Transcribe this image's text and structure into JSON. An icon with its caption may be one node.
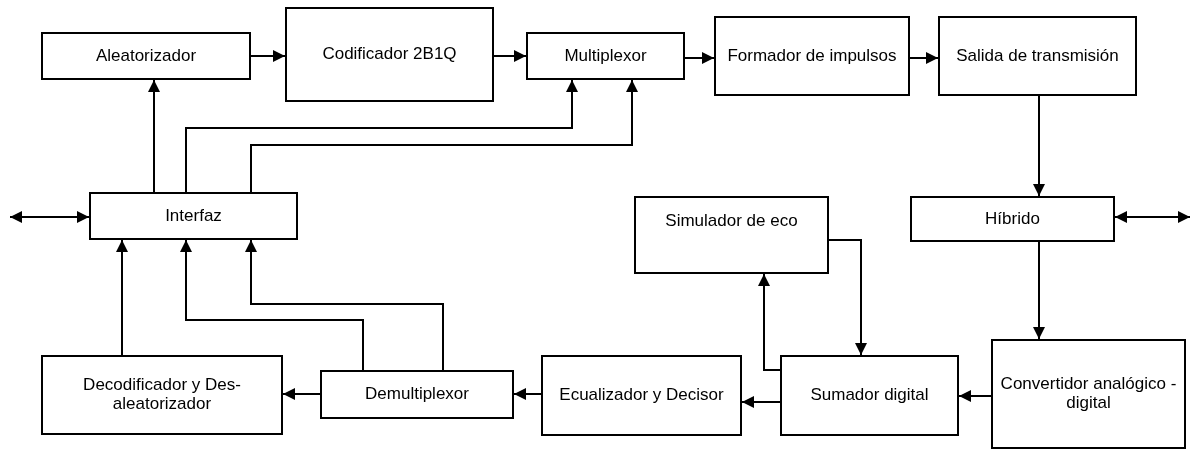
{
  "diagram": {
    "nodes": [
      {
        "text": [
          "Aleatorizador"
        ]
      },
      {
        "text": [
          "Codificador 2B1Q"
        ]
      },
      {
        "text": [
          "Multiplexor"
        ]
      },
      {
        "text": [
          "Formador de impulsos"
        ]
      },
      {
        "text": [
          "Salida de transmisión"
        ]
      },
      {
        "text": [
          "Interfaz"
        ]
      },
      {
        "text": [
          "Simulador de eco"
        ]
      },
      {
        "text": [
          "Híbrido"
        ]
      },
      {
        "text": [
          "Decodificador y Des-aleatorizador"
        ]
      },
      {
        "text": [
          "Demultiplexor"
        ]
      },
      {
        "text": [
          "Ecualizador y Decisor"
        ]
      },
      {
        "text": [
          "Sumador digital"
        ]
      },
      {
        "text": [
          "Convertidor analógico - digital"
        ]
      }
    ],
    "edges": [
      {
        "from": 0,
        "to": 1,
        "arrow": "to"
      },
      {
        "from": 1,
        "to": 2,
        "arrow": "to"
      },
      {
        "from": 2,
        "to": 3,
        "arrow": "to"
      },
      {
        "from": 3,
        "to": 4,
        "arrow": "to"
      },
      {
        "from": 4,
        "to": 7,
        "arrow": "to"
      },
      {
        "from": 7,
        "to": 12,
        "arrow": "to"
      },
      {
        "from": 12,
        "to": 11,
        "arrow": "to"
      },
      {
        "from": 11,
        "to": 10,
        "arrow": "to"
      },
      {
        "from": 10,
        "to": 9,
        "arrow": "to"
      },
      {
        "from": 9,
        "to": 8,
        "arrow": "to"
      },
      {
        "from": 8,
        "to": 5,
        "arrow": "to"
      },
      {
        "from": 9,
        "to": 5,
        "arrow": "to"
      },
      {
        "from": 9,
        "to": 5,
        "arrow": "to"
      },
      {
        "from": 5,
        "to": 0,
        "arrow": "to"
      },
      {
        "from": 5,
        "to": 2,
        "arrow": "to"
      },
      {
        "from": 5,
        "to": 2,
        "arrow": "to"
      },
      {
        "from": 11,
        "to": 6,
        "arrow": "to"
      },
      {
        "from": 6,
        "to": 11,
        "arrow": "to"
      },
      {
        "from": null,
        "to": 5,
        "arrow": "both"
      },
      {
        "from": 7,
        "to": null,
        "arrow": "both"
      }
    ]
  }
}
